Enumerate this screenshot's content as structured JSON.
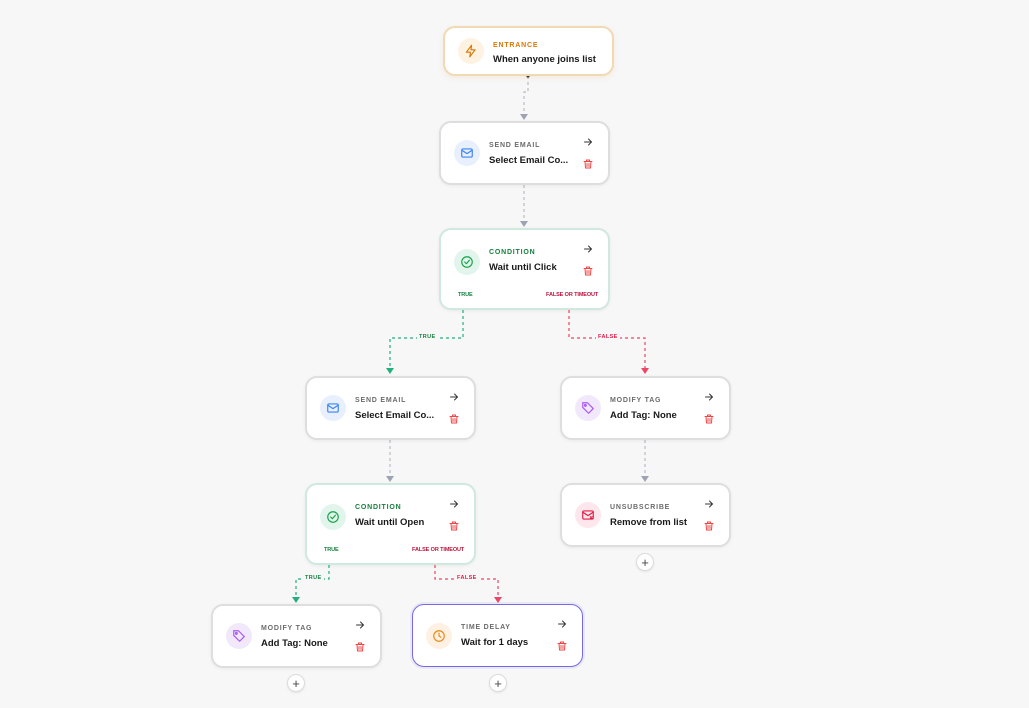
{
  "colors": {
    "entrance_accent": "#d97706",
    "condition_accent": "#15803d",
    "false_accent": "#e11d48",
    "selected_border": "#7569ea",
    "edge_neutral": "#b8bcc8"
  },
  "nodes": {
    "entrance": {
      "kind": "ENTRANCE",
      "title": "When anyone joins list",
      "icon": "lightning-icon"
    },
    "send_email_1": {
      "kind": "SEND EMAIL",
      "title": "Select Email Co...",
      "icon": "mail-icon"
    },
    "condition_1": {
      "kind": "CONDITION",
      "title": "Wait until Click",
      "icon": "check-circle-icon",
      "true_label": "TRUE",
      "false_label": "FALSE OR TIMEOUT"
    },
    "send_email_2": {
      "kind": "SEND EMAIL",
      "title": "Select Email Co...",
      "icon": "mail-icon"
    },
    "modify_tag_1": {
      "kind": "MODIFY TAG",
      "title": "Add Tag: None",
      "icon": "tag-icon"
    },
    "condition_2": {
      "kind": "CONDITION",
      "title": "Wait until Open",
      "icon": "check-circle-icon",
      "true_label": "TRUE",
      "false_label": "FALSE OR TIMEOUT"
    },
    "unsubscribe": {
      "kind": "UNSUBSCRIBE",
      "title": "Remove from list",
      "icon": "mail-x-icon"
    },
    "modify_tag_2": {
      "kind": "MODIFY TAG",
      "title": "Add Tag: None",
      "icon": "tag-icon"
    },
    "time_delay": {
      "kind": "TIME DELAY",
      "title": "Wait for 1 days",
      "icon": "clock-icon"
    }
  },
  "edges": {
    "true_label": "TRUE",
    "false_label": "FALSE"
  },
  "add_step_symbol": "+"
}
